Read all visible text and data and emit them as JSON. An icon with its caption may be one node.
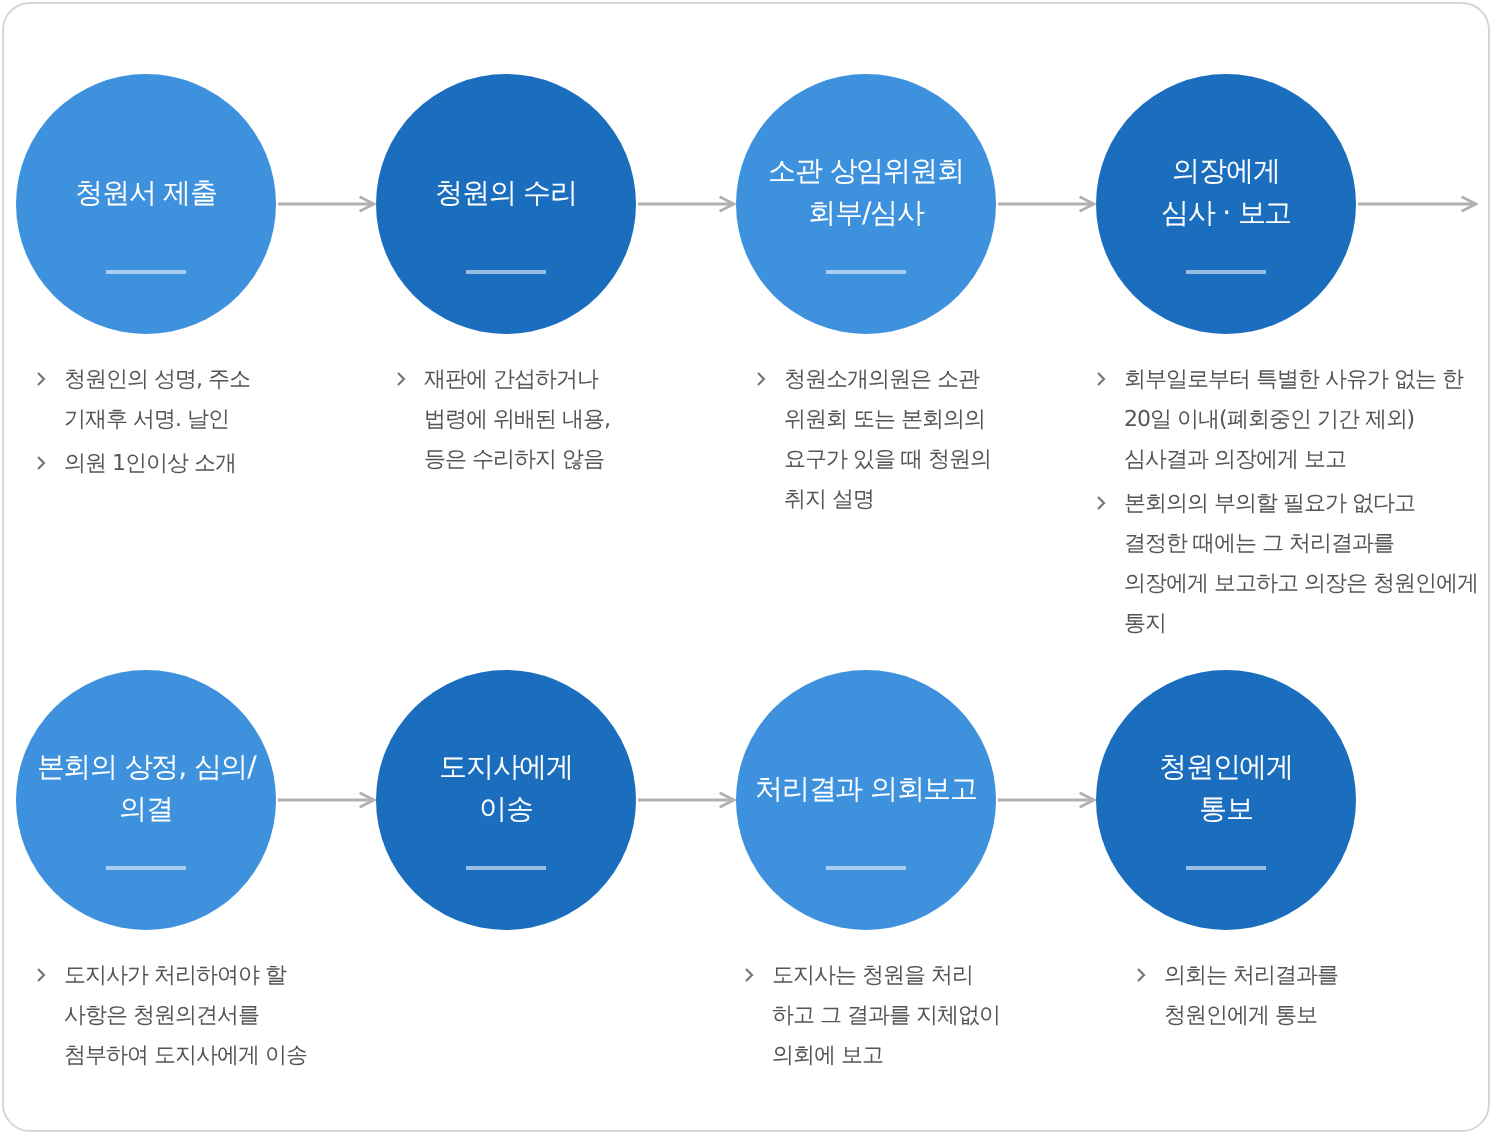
{
  "diagram": {
    "nodes": [
      {
        "text": [
          "청원서 제출"
        ],
        "beside": [
          "청원인의 성명, 주소 기재후 서명. 날인",
          "의원 1인이상 소개"
        ]
      },
      {
        "text": [
          "청원의 수리"
        ],
        "beside": [
          "재판에 간섭하거나 법령에 위배된 내용, 등은 수리하지 않음"
        ]
      },
      {
        "text": [
          "소관 상임위원회 회부/심사"
        ],
        "beside": [
          "청원소개의원은 소관 위원회 또는 본회의의 요구가 있을 때 청원의 취지 설명"
        ]
      },
      {
        "text": [
          "의장에게 심사 · 보고"
        ],
        "beside": [
          "회부일로부터 특별한 사유가 없는 한 20일 이내(폐회중인 기간 제외) 심사결과 의장에게 보고",
          "본회의의 부의할 필요가 없다고 결정한 때에는 그 처리결과를 의장에게 보고하고 의장은 청원인에게 통지"
        ]
      },
      {
        "text": [
          "본회의 상정, 심의/의결"
        ],
        "beside": [
          "도지사가 처리하여야 할 사항은 청원의견서를 첨부하여 도지사에게 이송"
        ]
      },
      {
        "text": [
          "도지사에게 이송"
        ]
      },
      {
        "text": [
          "처리결과 의회보고"
        ],
        "beside": [
          "도지사는 청원을 처리 하고 그 결과를 지체없이 의회에 보고"
        ]
      },
      {
        "text": [
          "청원인에게 통보"
        ],
        "beside": [
          "의회는 처리결과를 청원인에게 통보"
        ]
      }
    ],
    "edges": [
      {
        "from": 0,
        "to": 1,
        "arrow": "to"
      },
      {
        "from": 1,
        "to": 2,
        "arrow": "to"
      },
      {
        "from": 2,
        "to": 3,
        "arrow": "to"
      },
      {
        "from": 3,
        "to": null,
        "arrow": "to"
      },
      {
        "from": 4,
        "to": 5,
        "arrow": "to"
      },
      {
        "from": 5,
        "to": 6,
        "arrow": "to"
      },
      {
        "from": 6,
        "to": 7,
        "arrow": "to"
      }
    ]
  }
}
